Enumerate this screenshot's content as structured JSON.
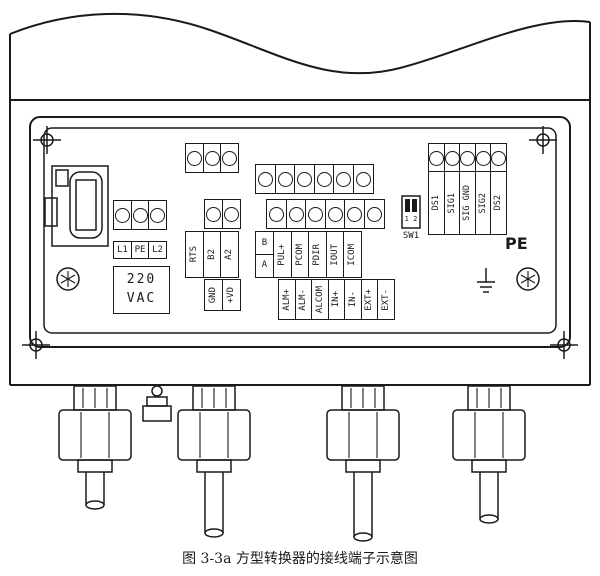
{
  "caption": "图 3-3a 方型转换器的接线端子示意图",
  "power": {
    "labels": [
      "L1",
      "PE",
      "L2"
    ],
    "voltage_line1": "220",
    "voltage_line2": "VAC"
  },
  "comm": {
    "labels": [
      "RTS",
      "B2",
      "A2"
    ],
    "sub_labels": [
      "GND",
      "+VD"
    ]
  },
  "center": {
    "ba": [
      "B",
      "A"
    ],
    "row1": [
      "PUL+",
      "PCOM",
      "PDIR",
      "IOUT",
      "ICOM"
    ],
    "row2": [
      "ALM+",
      "ALM-",
      "ALCOM",
      "IN+",
      "IN-",
      "EXT+",
      "EXT-"
    ]
  },
  "right": {
    "labels": [
      "DS1",
      "SIG1",
      "SIG GND",
      "SIG2",
      "DS2"
    ]
  },
  "dip": {
    "positions": "1 2",
    "label": "SW1"
  },
  "pe_label": "PE",
  "colors": {
    "line": "#1a1a1a",
    "background": "#ffffff"
  }
}
